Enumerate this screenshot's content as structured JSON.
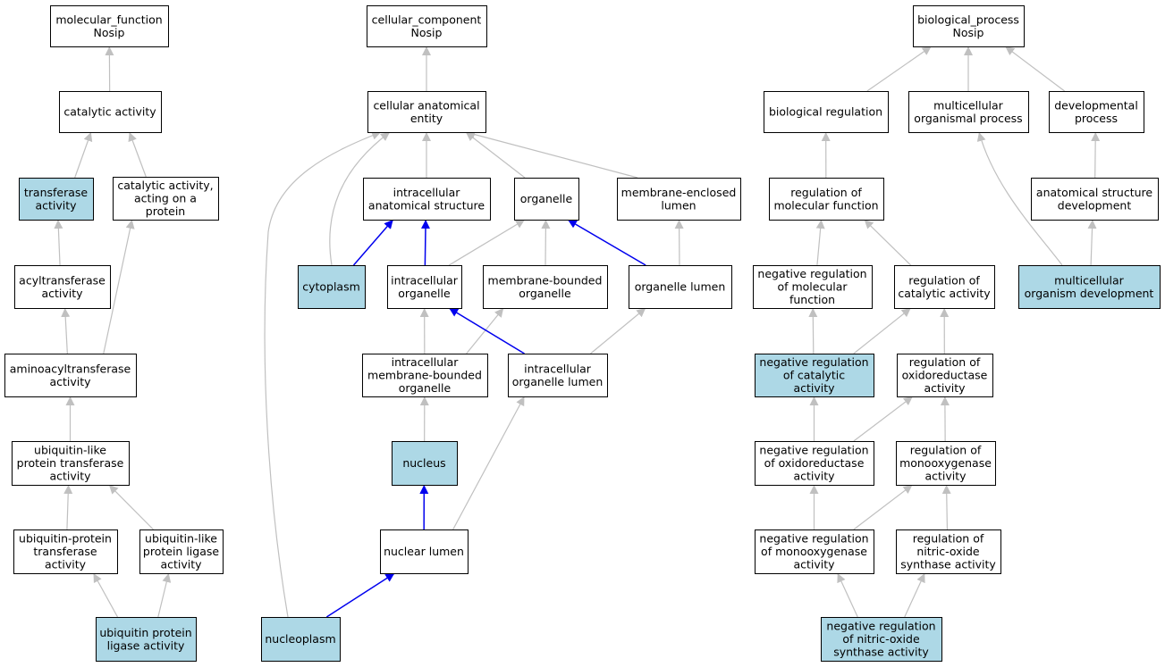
{
  "colors": {
    "highlight_fill": "#add8e6",
    "plain_fill": "#ffffff",
    "grey_edge": "#c0c0c0",
    "blue_edge": "#0000ee",
    "border": "#000000"
  },
  "nodes": [
    {
      "id": "mf",
      "lines": [
        "molecular_function",
        "Nosip"
      ],
      "highlight": false
    },
    {
      "id": "cat",
      "lines": [
        "catalytic activity"
      ],
      "highlight": false
    },
    {
      "id": "trans",
      "lines": [
        "transferase",
        "activity"
      ],
      "highlight": true
    },
    {
      "id": "catprot",
      "lines": [
        "catalytic activity,",
        "acting on a",
        "protein"
      ],
      "highlight": false
    },
    {
      "id": "acyl",
      "lines": [
        "acyltransferase",
        "activity"
      ],
      "highlight": false
    },
    {
      "id": "aminoacyl",
      "lines": [
        "aminoacyltransferase",
        "activity"
      ],
      "highlight": false
    },
    {
      "id": "ubl",
      "lines": [
        "ubiquitin-like",
        "protein transferase",
        "activity"
      ],
      "highlight": false
    },
    {
      "id": "ubpt",
      "lines": [
        "ubiquitin-protein",
        "transferase",
        "activity"
      ],
      "highlight": false
    },
    {
      "id": "ublig",
      "lines": [
        "ubiquitin-like",
        "protein ligase",
        "activity"
      ],
      "highlight": false
    },
    {
      "id": "upl",
      "lines": [
        "ubiquitin protein",
        "ligase activity"
      ],
      "highlight": true
    },
    {
      "id": "cc",
      "lines": [
        "cellular_component",
        "Nosip"
      ],
      "highlight": false
    },
    {
      "id": "cae",
      "lines": [
        "cellular anatomical",
        "entity"
      ],
      "highlight": false
    },
    {
      "id": "ias",
      "lines": [
        "intracellular",
        "anatomical structure"
      ],
      "highlight": false
    },
    {
      "id": "org",
      "lines": [
        "organelle"
      ],
      "highlight": false
    },
    {
      "id": "mel",
      "lines": [
        "membrane-enclosed",
        "lumen"
      ],
      "highlight": false
    },
    {
      "id": "cyto",
      "lines": [
        "cytoplasm"
      ],
      "highlight": true
    },
    {
      "id": "io",
      "lines": [
        "intracellular",
        "organelle"
      ],
      "highlight": false
    },
    {
      "id": "mbo",
      "lines": [
        "membrane-bounded",
        "organelle"
      ],
      "highlight": false
    },
    {
      "id": "ol",
      "lines": [
        "organelle lumen"
      ],
      "highlight": false
    },
    {
      "id": "imbo",
      "lines": [
        "intracellular",
        "membrane-bounded",
        "organelle"
      ],
      "highlight": false
    },
    {
      "id": "iol",
      "lines": [
        "intracellular",
        "organelle lumen"
      ],
      "highlight": false
    },
    {
      "id": "nuc",
      "lines": [
        "nucleus"
      ],
      "highlight": true
    },
    {
      "id": "nl",
      "lines": [
        "nuclear lumen"
      ],
      "highlight": false
    },
    {
      "id": "np",
      "lines": [
        "nucleoplasm"
      ],
      "highlight": true
    },
    {
      "id": "bp",
      "lines": [
        "biological_process",
        "Nosip"
      ],
      "highlight": false
    },
    {
      "id": "breg",
      "lines": [
        "biological regulation"
      ],
      "highlight": false
    },
    {
      "id": "mop",
      "lines": [
        "multicellular",
        "organismal process"
      ],
      "highlight": false
    },
    {
      "id": "dev",
      "lines": [
        "developmental",
        "process"
      ],
      "highlight": false
    },
    {
      "id": "rmf",
      "lines": [
        "regulation of",
        "molecular function"
      ],
      "highlight": false
    },
    {
      "id": "asd",
      "lines": [
        "anatomical structure",
        "development"
      ],
      "highlight": false
    },
    {
      "id": "nrmf",
      "lines": [
        "negative regulation",
        "of molecular",
        "function"
      ],
      "highlight": false
    },
    {
      "id": "rca",
      "lines": [
        "regulation of",
        "catalytic activity"
      ],
      "highlight": false
    },
    {
      "id": "mod",
      "lines": [
        "multicellular",
        "organism development"
      ],
      "highlight": true
    },
    {
      "id": "nrca",
      "lines": [
        "negative regulation",
        "of catalytic",
        "activity"
      ],
      "highlight": true
    },
    {
      "id": "rora",
      "lines": [
        "regulation of",
        "oxidoreductase",
        "activity"
      ],
      "highlight": false
    },
    {
      "id": "nrora",
      "lines": [
        "negative regulation",
        "of oxidoreductase",
        "activity"
      ],
      "highlight": false
    },
    {
      "id": "rma",
      "lines": [
        "regulation of",
        "monooxygenase",
        "activity"
      ],
      "highlight": false
    },
    {
      "id": "nrma",
      "lines": [
        "negative regulation",
        "of monooxygenase",
        "activity"
      ],
      "highlight": false
    },
    {
      "id": "rnos",
      "lines": [
        "regulation of",
        "nitric-oxide",
        "synthase activity"
      ],
      "highlight": false
    },
    {
      "id": "nrnos",
      "lines": [
        "negative regulation",
        "of nitric-oxide",
        "synthase activity"
      ],
      "highlight": true
    }
  ],
  "edges": [
    {
      "from": "cat",
      "to": "mf",
      "color": "grey"
    },
    {
      "from": "trans",
      "to": "cat",
      "color": "grey"
    },
    {
      "from": "catprot",
      "to": "cat",
      "color": "grey"
    },
    {
      "from": "acyl",
      "to": "trans",
      "color": "grey"
    },
    {
      "from": "aminoacyl",
      "to": "acyl",
      "color": "grey"
    },
    {
      "from": "aminoacyl",
      "to": "catprot",
      "color": "grey"
    },
    {
      "from": "ubl",
      "to": "aminoacyl",
      "color": "grey"
    },
    {
      "from": "ubpt",
      "to": "ubl",
      "color": "grey"
    },
    {
      "from": "ublig",
      "to": "ubl",
      "color": "grey"
    },
    {
      "from": "upl",
      "to": "ubpt",
      "color": "grey"
    },
    {
      "from": "upl",
      "to": "ublig",
      "color": "grey"
    },
    {
      "from": "cae",
      "to": "cc",
      "color": "grey"
    },
    {
      "from": "ias",
      "to": "cae",
      "color": "grey"
    },
    {
      "from": "org",
      "to": "cae",
      "color": "grey"
    },
    {
      "from": "mel",
      "to": "cae",
      "color": "grey"
    },
    {
      "from": "cyto",
      "to": "cae",
      "color": "grey"
    },
    {
      "from": "np",
      "to": "cae",
      "color": "grey"
    },
    {
      "from": "cyto",
      "to": "ias",
      "color": "blue"
    },
    {
      "from": "io",
      "to": "ias",
      "color": "blue"
    },
    {
      "from": "io",
      "to": "org",
      "color": "grey"
    },
    {
      "from": "mbo",
      "to": "org",
      "color": "grey"
    },
    {
      "from": "ol",
      "to": "org",
      "color": "blue"
    },
    {
      "from": "ol",
      "to": "mel",
      "color": "grey"
    },
    {
      "from": "imbo",
      "to": "io",
      "color": "grey"
    },
    {
      "from": "imbo",
      "to": "mbo",
      "color": "grey"
    },
    {
      "from": "iol",
      "to": "io",
      "color": "blue"
    },
    {
      "from": "iol",
      "to": "ol",
      "color": "grey"
    },
    {
      "from": "nuc",
      "to": "imbo",
      "color": "grey"
    },
    {
      "from": "nl",
      "to": "nuc",
      "color": "blue"
    },
    {
      "from": "nl",
      "to": "iol",
      "color": "grey"
    },
    {
      "from": "np",
      "to": "nl",
      "color": "blue"
    },
    {
      "from": "breg",
      "to": "bp",
      "color": "grey"
    },
    {
      "from": "mop",
      "to": "bp",
      "color": "grey"
    },
    {
      "from": "dev",
      "to": "bp",
      "color": "grey"
    },
    {
      "from": "rmf",
      "to": "breg",
      "color": "grey"
    },
    {
      "from": "asd",
      "to": "dev",
      "color": "grey"
    },
    {
      "from": "nrmf",
      "to": "rmf",
      "color": "grey"
    },
    {
      "from": "rca",
      "to": "rmf",
      "color": "grey"
    },
    {
      "from": "mod",
      "to": "mop",
      "color": "grey"
    },
    {
      "from": "mod",
      "to": "asd",
      "color": "grey"
    },
    {
      "from": "nrca",
      "to": "nrmf",
      "color": "grey"
    },
    {
      "from": "nrca",
      "to": "rca",
      "color": "grey"
    },
    {
      "from": "rora",
      "to": "rca",
      "color": "grey"
    },
    {
      "from": "nrora",
      "to": "nrca",
      "color": "grey"
    },
    {
      "from": "nrora",
      "to": "rora",
      "color": "grey"
    },
    {
      "from": "rma",
      "to": "rora",
      "color": "grey"
    },
    {
      "from": "nrma",
      "to": "nrora",
      "color": "grey"
    },
    {
      "from": "nrma",
      "to": "rma",
      "color": "grey"
    },
    {
      "from": "rnos",
      "to": "rma",
      "color": "grey"
    },
    {
      "from": "nrnos",
      "to": "nrma",
      "color": "grey"
    },
    {
      "from": "nrnos",
      "to": "rnos",
      "color": "grey"
    }
  ]
}
